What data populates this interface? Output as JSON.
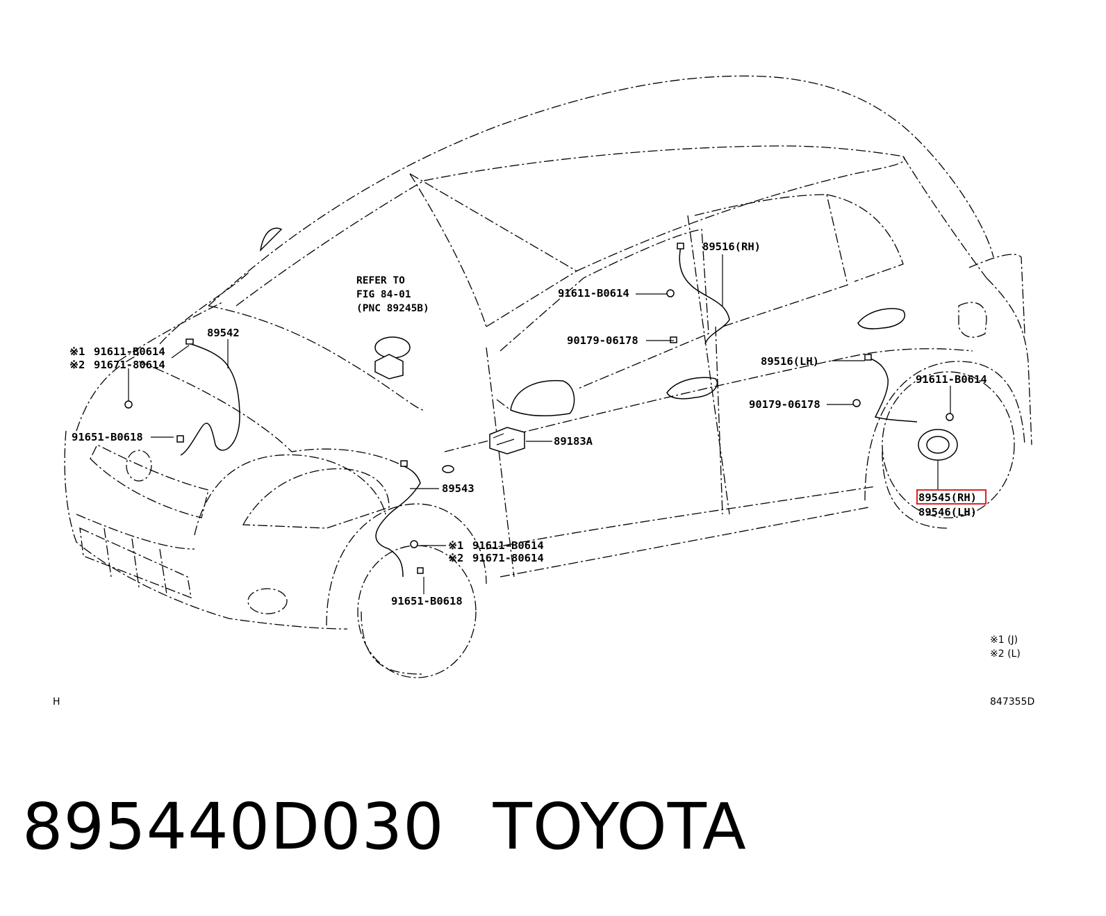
{
  "diagram": {
    "refer_note": [
      "REFER TO",
      "FIG 84-01",
      "(PNC 89245B)"
    ],
    "labels": {
      "p89516_rh": "89516(RH)",
      "p91611_b0614_center": "91611-B0614",
      "p90179_06178_center": "90179-06178",
      "p89542": "89542",
      "left_91611_prefix": "※1",
      "left_91611": "91611-B0614",
      "left_91671_prefix": "※2",
      "left_91671": "91671-80614",
      "left_91651": "91651-B0618",
      "p89516_lh": "89516(LH)",
      "p91611_b0614_right": "91611-B0614",
      "p90179_06178_right": "90179-06178",
      "p89183a": "89183A",
      "p89543": "89543",
      "front_91611_prefix": "※1",
      "front_91611": "91611-B0614",
      "front_91671_prefix": "※2",
      "front_91671": "91671-80614",
      "front_91651": "91651-B0618",
      "p89545_rh": "89545(RH)",
      "p89546_lh": "89546(LH)"
    },
    "legend": [
      "※1 (J)",
      "※2 (L)"
    ],
    "corner_code_left": "H",
    "corner_code_right": "847355D",
    "highlight_color": "#e02020"
  },
  "footer": {
    "part_number": "895440D030",
    "brand": "TOYOTA"
  }
}
